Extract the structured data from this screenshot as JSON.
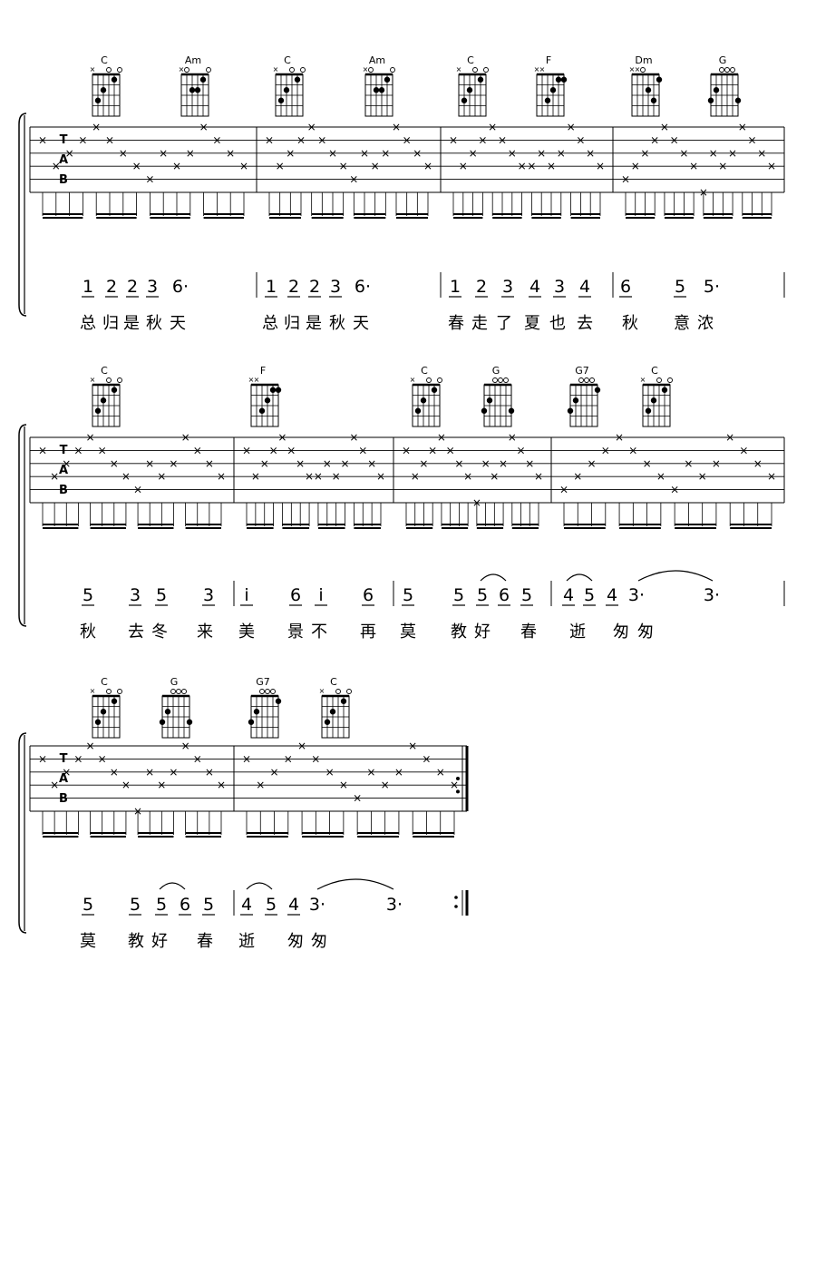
{
  "tab_clef": [
    "T",
    "A",
    "B"
  ],
  "systems": [
    {
      "chords": [
        "C",
        "Am",
        "C",
        "Am",
        "C",
        "F",
        "Dm",
        "G"
      ],
      "numbered": [
        [
          "1",
          "2",
          "2",
          "3",
          "6·"
        ],
        [
          "1",
          "2",
          "2",
          "3",
          "6·"
        ],
        [
          "1",
          "2",
          "3",
          "4",
          "3",
          "4"
        ],
        [
          "6",
          "5",
          "5·"
        ]
      ],
      "lyrics": [
        "总",
        "归",
        "是",
        "秋",
        "天",
        "总",
        "归",
        "是",
        "秋",
        "天",
        "春",
        "走",
        "了",
        "夏",
        "也",
        "去",
        "秋",
        "意",
        "浓"
      ]
    },
    {
      "chords": [
        "C",
        "F",
        "C",
        "G",
        "G7",
        "C"
      ],
      "numbered": [
        [
          "5",
          "3",
          "5",
          "3"
        ],
        [
          "i",
          "6",
          "i",
          "6"
        ],
        [
          "5",
          "5",
          "5",
          "6",
          "5"
        ],
        [
          "4",
          "5",
          "4",
          "3·",
          "3·"
        ]
      ],
      "lyrics": [
        "秋",
        "去",
        "冬",
        "来",
        "美",
        "景",
        "不",
        "再",
        "莫",
        "教",
        "好",
        "春",
        "逝",
        "匆",
        "匆"
      ]
    },
    {
      "chords": [
        "C",
        "G",
        "G7",
        "C"
      ],
      "numbered": [
        [
          "5",
          "5",
          "5",
          "6",
          "5"
        ],
        [
          "4",
          "5",
          "4",
          "3·",
          "3·"
        ]
      ],
      "lyrics": [
        "莫",
        "教",
        "好",
        "春",
        "逝",
        "匆",
        "匆"
      ]
    }
  ]
}
